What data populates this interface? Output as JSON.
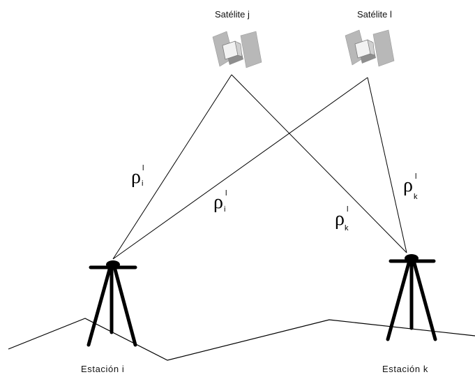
{
  "satellites": [
    {
      "label": "Satélite j"
    },
    {
      "label": "Satélite l"
    }
  ],
  "stations": [
    {
      "label": "Estación i"
    },
    {
      "label": "Estación k"
    }
  ],
  "ranges": [
    {
      "symbol": "ρ",
      "superscript": "l",
      "subscript": "i"
    },
    {
      "symbol": "ρ",
      "superscript": "l",
      "subscript": "i"
    },
    {
      "symbol": "ρ",
      "superscript": "l",
      "subscript": "k"
    },
    {
      "symbol": "ρ",
      "superscript": "l",
      "subscript": "k"
    }
  ],
  "colors": {
    "panel_light": "#b8b8b8",
    "panel_dark": "#8e8e8e",
    "body_light": "#f2f2f2",
    "line": "#000000"
  }
}
